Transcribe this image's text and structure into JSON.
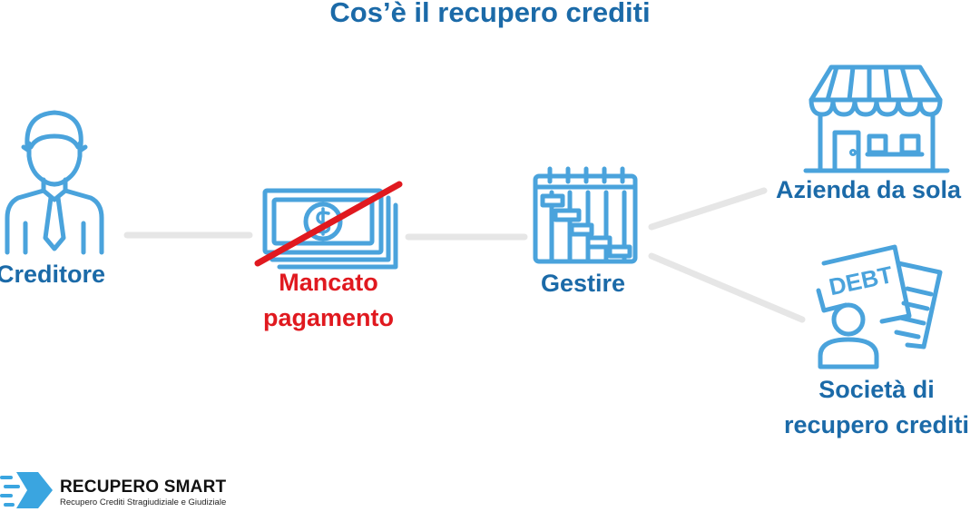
{
  "title": "Cos’è il recupero crediti",
  "nodes": {
    "creditore": "Creditore",
    "mancato_line1": "Mancato",
    "mancato_line2": "pagamento",
    "gestire": "Gestire",
    "azienda": "Azienda da sola",
    "societa_line1": "Società di",
    "societa_line2": "recupero crediti"
  },
  "icons": {
    "creditore": "businessman-icon",
    "mancato": "crossed-out-banknote-icon",
    "gestire": "gantt-calendar-icon",
    "azienda": "storefront-icon",
    "societa": "debt-document-person-icon",
    "debt_text": "DEBT"
  },
  "logo": {
    "name": "RECUPERO SMART",
    "tagline": "Recupero Crediti Stragiudiziale e Giudiziale"
  },
  "colors": {
    "title": "#1b6aa8",
    "icon": "#4aa3dc",
    "alert": "#e0191f",
    "connector": "#e6e6e6"
  }
}
